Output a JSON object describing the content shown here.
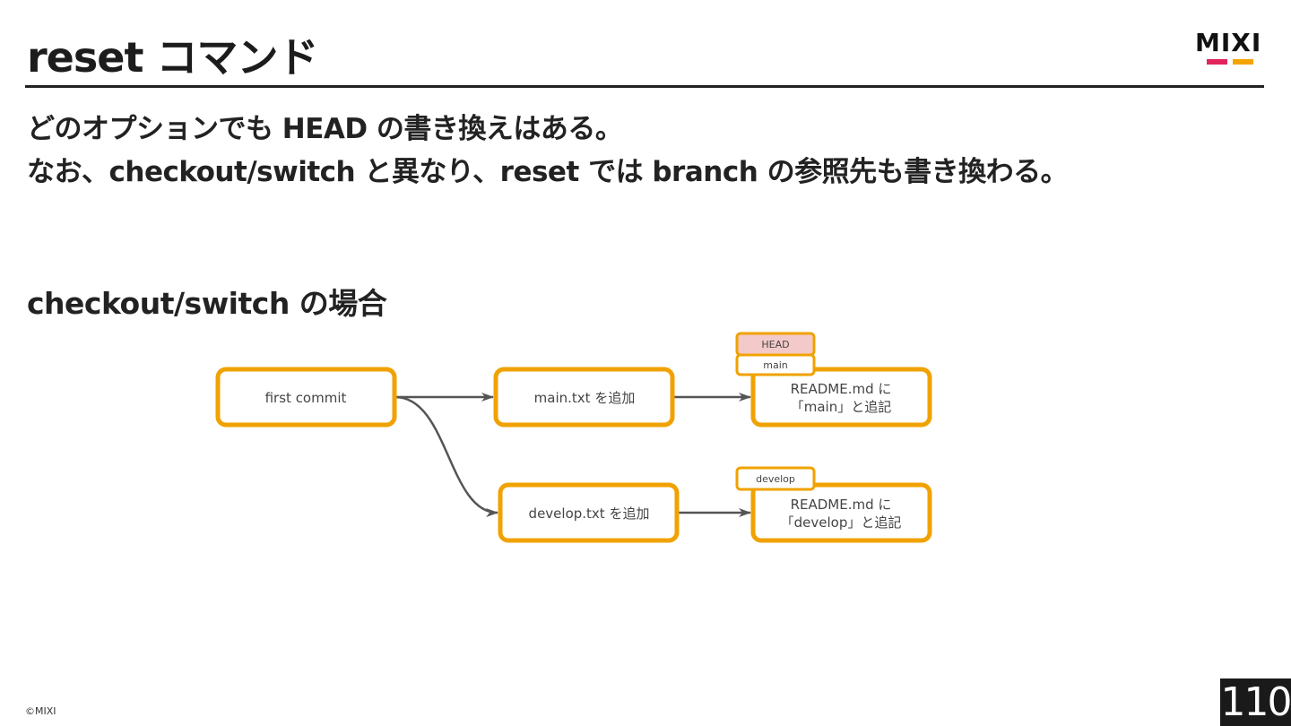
{
  "slide": {
    "title": "reset コマンド",
    "lead_line1": "どのオプションでも HEAD の書き換えはある。",
    "lead_line2": "なお、checkout/switch と異なり、reset では branch の参照先も書き換わる。",
    "subheading": "checkout/switch の場合",
    "footer_copyright": "©MIXI",
    "page_number": "110"
  },
  "logo": {
    "text": "MIXI",
    "bar_left_color": "#e2245c",
    "bar_right_color": "#f5a300"
  },
  "diagram": {
    "node_border_color": "#f0a202",
    "head_fill_color": "#f4c9c9",
    "edge_color": "#555555",
    "nodes": {
      "first": "first commit",
      "main_add": "main.txt を追加",
      "readme_main_l1": "README.md に",
      "readme_main_l2": "「main」と追記",
      "develop_add": "develop.txt を追加",
      "readme_dev_l1": "README.md に",
      "readme_dev_l2": "「develop」と追記"
    },
    "refs": {
      "head": "HEAD",
      "main": "main",
      "develop": "develop"
    }
  }
}
